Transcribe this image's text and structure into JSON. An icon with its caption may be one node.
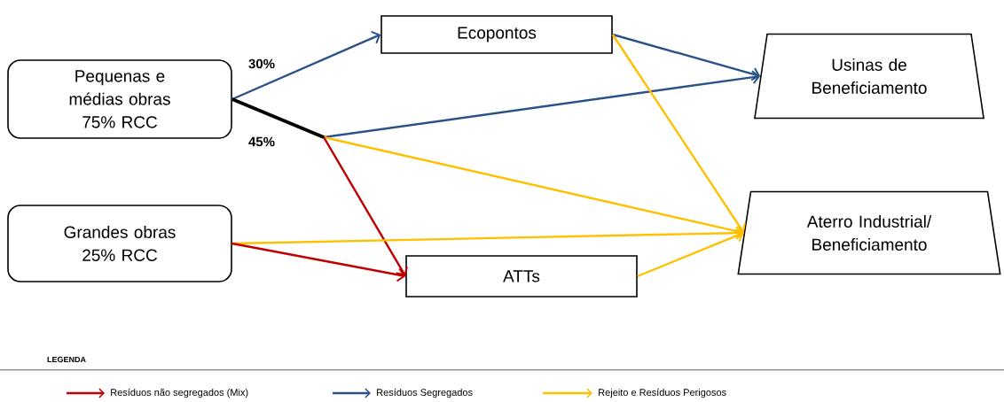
{
  "diagram": {
    "nodes": [
      {
        "text": [
          "Pequenas e médias obras 75% RCC"
        ]
      },
      {
        "text": [
          "Ecopontos"
        ]
      },
      {
        "text": [
          "Usinas de Beneficiamento"
        ]
      },
      {
        "text": [
          "Grandes obras 25% RCC"
        ]
      },
      {
        "text": [
          "ATTs"
        ]
      },
      {
        "text": [
          "Aterro Industrial/ Beneficiamento"
        ]
      }
    ],
    "edges": [
      {
        "from": 0,
        "to": 1,
        "arrow": "to",
        "color": "#2a5288",
        "label": "30%"
      },
      {
        "from": 0,
        "to": 2,
        "arrow": "to",
        "color": "#2a5288"
      },
      {
        "from": 0,
        "to": 5,
        "arrow": "to",
        "color": "#ffc000"
      },
      {
        "from": 0,
        "to": 4,
        "arrow": "to",
        "color": "#c00000"
      },
      {
        "from": 1,
        "to": 2,
        "arrow": "to",
        "color": "#2a5288"
      },
      {
        "from": 1,
        "to": 5,
        "arrow": "to",
        "color": "#ffc000"
      },
      {
        "from": 3,
        "to": 5,
        "arrow": "to",
        "color": "#ffc000"
      },
      {
        "from": 3,
        "to": 4,
        "arrow": "to",
        "color": "#c00000"
      },
      {
        "from": 4,
        "to": 5,
        "arrow": "to",
        "color": "#ffc000"
      }
    ],
    "labels": [
      "45%",
      "LEGENDA"
    ],
    "legend": [
      {
        "text": "Resíduos não segregados (Mix)",
        "color": "#c00000"
      },
      {
        "text": "Resíduos Segregados",
        "color": "#2a5288"
      },
      {
        "text": "Rejeito e Resíduos Perigosos",
        "color": "#ffc000"
      }
    ]
  }
}
